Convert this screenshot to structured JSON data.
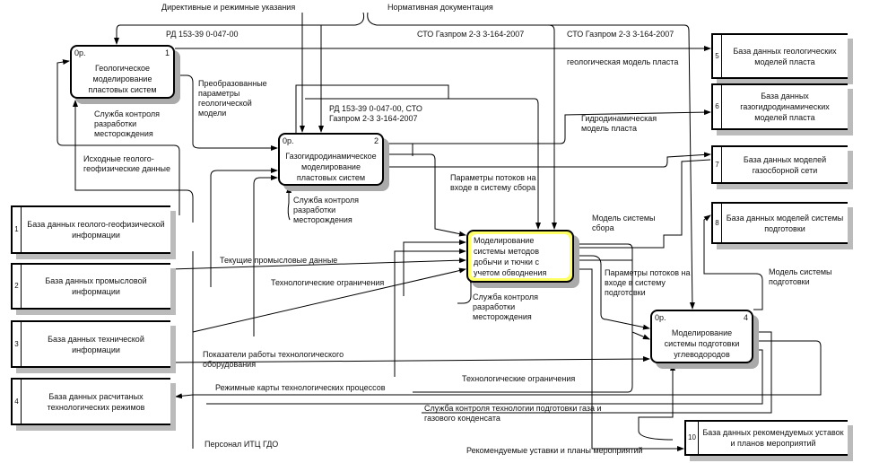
{
  "controls": {
    "directives": "Директивные и режимные указания",
    "normative": "Нормативная документация",
    "rd1": "РД 153-39 0-047-00",
    "sto1": "СТО Газпром 2-3 3-164-2007",
    "sto2": "СТО Газпром 2-3 3-164-2007",
    "rd_sto": "РД 153-39 0-047-00, СТО Газпром 2-3 3-164-2007"
  },
  "processes": [
    {
      "op": "0р.",
      "num": "1",
      "title": "Геологическое моделирование пластовых систем"
    },
    {
      "op": "0р.",
      "num": "2",
      "title": "Газогидродинамическое моделирование пластовых систем"
    },
    {
      "op": "",
      "num": "",
      "title": "Моделирование системы методов добычи и тючки с учетом обводнения"
    },
    {
      "op": "0р.",
      "num": "4",
      "title": "Моделирование системы подготовки углеводородов"
    }
  ],
  "datastores": [
    {
      "num": "1",
      "title": "База данных геолого-геофизической информации"
    },
    {
      "num": "2",
      "title": "База данных промысловой информации"
    },
    {
      "num": "3",
      "title": "База данных технической информации"
    },
    {
      "num": "4",
      "title": "База данных расчитаных технологических режимов"
    },
    {
      "num": "5",
      "title": "База данных геологических моделей пласта"
    },
    {
      "num": "6",
      "title": "База данных газогидродинамических моделей пласта"
    },
    {
      "num": "7",
      "title": "База данных моделей газосборной сети"
    },
    {
      "num": "8",
      "title": "База данных моделей системы подготовки"
    },
    {
      "num": "10",
      "title": "База данных рекомендуемых уставок и планов мероприятий"
    }
  ],
  "arrows": {
    "geo_model": "геологическая модель пласта",
    "transformed": "Преобразованные параметры геологической модели",
    "service1": "Служба контроля разработки месторождения",
    "initial": "Исходные геолого-геофизические данные",
    "hydro": "Гидродинамическая модель пласта",
    "service2": "Служба контроля разработки месторождения",
    "flow_params1": "Параметры потоков на входе в систему сбора",
    "gather_model": "Модель системы сбора",
    "current": "Текущие промысловые данные",
    "tech_limits1": "Технологические ограничения",
    "service3": "Служба контроля разработки месторождения",
    "flow_params2": "Параметры потоков на входе в систему подготовки",
    "prep_model": "Модель системы подготовки",
    "indicators": "Показатели работы технологического оборудования",
    "tech_limits2": "Технологические ограничения",
    "regime_maps": "Режимные карты технологических процессов",
    "service4": "Служба контроля технологии подготовки газа и газового конденсата",
    "personnel": "Персонал ИТЦ ГДО",
    "recommended": "Рекомендуемые уставки и планы мероприятий"
  },
  "colors": {
    "highlight": "#ffff66",
    "shadow": "#aaaaaa"
  }
}
